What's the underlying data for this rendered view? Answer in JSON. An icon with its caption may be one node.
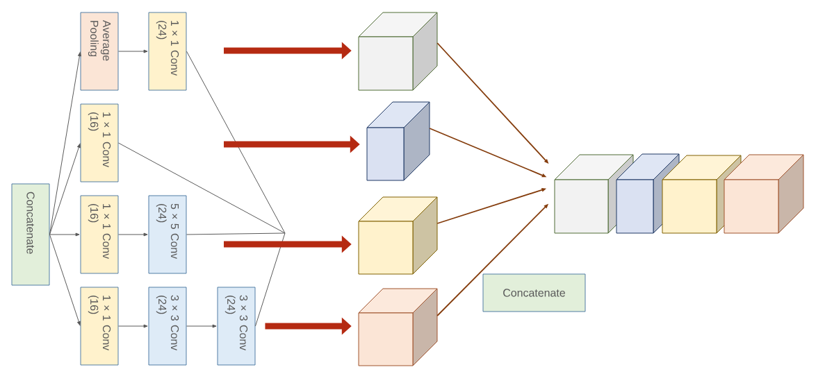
{
  "diagram": {
    "nodes": [
      {
        "text": [
          "Concatenate"
        ]
      },
      {
        "text": [
          "Average Pooling"
        ]
      },
      {
        "text": [
          "1 × 1 Conv (24)"
        ]
      },
      {
        "text": [
          "1 × 1 Conv (16)"
        ]
      },
      {
        "text": [
          "1 × 1 Conv (16)"
        ]
      },
      {
        "text": [
          "5 × 5 Conv (24)"
        ]
      },
      {
        "text": [
          "1 × 1 Conv (16)"
        ]
      },
      {
        "text": [
          "3 × 3 Conv (24)"
        ]
      },
      {
        "text": [
          "3 × 3 Conv (24)"
        ]
      },
      {
        "text": [],
        "shape": "cube"
      },
      {
        "text": [],
        "shape": "cube"
      },
      {
        "text": [],
        "shape": "cube"
      },
      {
        "text": [],
        "shape": "cube"
      },
      {
        "text": [],
        "shape": "cube"
      },
      {
        "text": [],
        "shape": "cube"
      },
      {
        "text": [],
        "shape": "cube"
      },
      {
        "text": [],
        "shape": "cube"
      },
      {
        "text": [
          "Concatenate"
        ]
      }
    ],
    "edges": [
      {
        "from": 0,
        "to": 1,
        "arrow": "to"
      },
      {
        "from": 0,
        "to": 3,
        "arrow": "to"
      },
      {
        "from": 0,
        "to": 4,
        "arrow": "to"
      },
      {
        "from": 0,
        "to": 6,
        "arrow": "to"
      },
      {
        "from": 1,
        "to": 2,
        "arrow": "to"
      },
      {
        "from": 4,
        "to": 5,
        "arrow": "to"
      },
      {
        "from": 6,
        "to": 7,
        "arrow": "to"
      },
      {
        "from": 7,
        "to": 8,
        "arrow": "to"
      },
      {
        "from": 2,
        "to": null,
        "arrow": "none"
      },
      {
        "from": 3,
        "to": null,
        "arrow": "none"
      },
      {
        "from": 5,
        "to": null,
        "arrow": "none"
      },
      {
        "from": 8,
        "to": null,
        "arrow": "none"
      },
      {
        "from": null,
        "to": 9,
        "arrow": "to",
        "style": "thick",
        "color": "#b52a12"
      },
      {
        "from": null,
        "to": 10,
        "arrow": "to",
        "style": "thick",
        "color": "#b52a12"
      },
      {
        "from": null,
        "to": 11,
        "arrow": "to",
        "style": "thick",
        "color": "#b52a12"
      },
      {
        "from": 8,
        "to": 12,
        "arrow": "to",
        "style": "thick",
        "color": "#b52a12"
      },
      {
        "from": 9,
        "to": 13,
        "arrow": "to",
        "color": "#843c0c"
      },
      {
        "from": 10,
        "to": 13,
        "arrow": "to",
        "color": "#843c0c"
      },
      {
        "from": 11,
        "to": 13,
        "arrow": "to",
        "color": "#843c0c"
      },
      {
        "from": 12,
        "to": 13,
        "arrow": "to",
        "color": "#843c0c"
      }
    ]
  }
}
